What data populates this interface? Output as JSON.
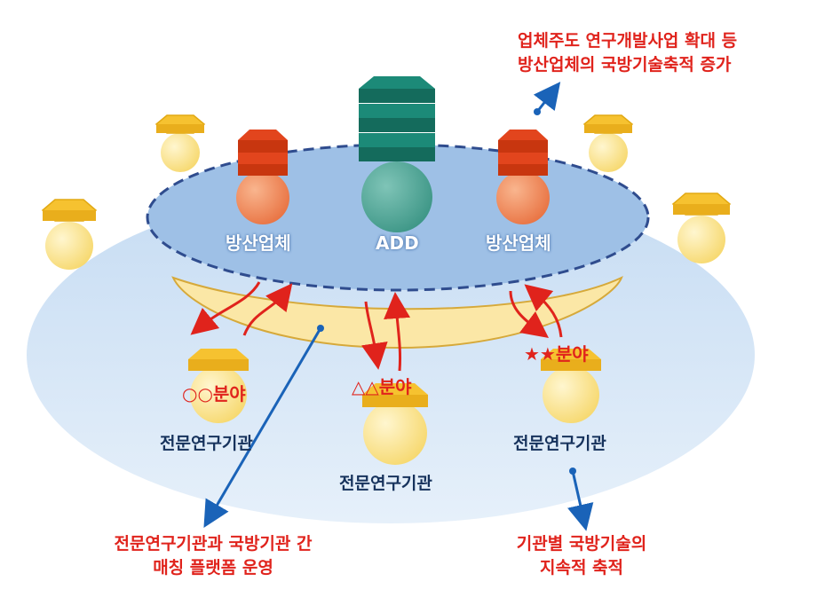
{
  "diagram": {
    "center_label": "ADD",
    "company_left": "방산업체",
    "company_right": "방산업체",
    "institute_left": "전문연구기관",
    "institute_center": "전문연구기관",
    "institute_right": "전문연구기관",
    "field_left": "○○분야",
    "field_center": "△△분야",
    "field_right": "★★분야",
    "callout_top_line1": "업체주도 연구개발사업 확대 등",
    "callout_top_line2": "방산업체의 국방기술축적 증가",
    "callout_left_line1": "전문연구기관과 국방기관 간",
    "callout_left_line2": "매칭 플랫폼 운영",
    "callout_right_line1": "기관별 국방기술의",
    "callout_right_line2": "지속적 축적"
  },
  "colors": {
    "outer_disc": "#d6e6f7",
    "inner_ellipse": "#9ec0e6",
    "dashed_border": "#2f4c8e",
    "platform_band": "#fbe7a6",
    "company_hex": "#e2451d",
    "company_ball": "#f08a5a",
    "add_hex": "#1c8a78",
    "add_ball": "#4fa89a",
    "institute_hex": "#f6c230",
    "institute_ball": "#fce79a",
    "arrow_red": "#e0231c",
    "arrow_blue": "#1a63b8",
    "callout_red": "#e0231c"
  }
}
